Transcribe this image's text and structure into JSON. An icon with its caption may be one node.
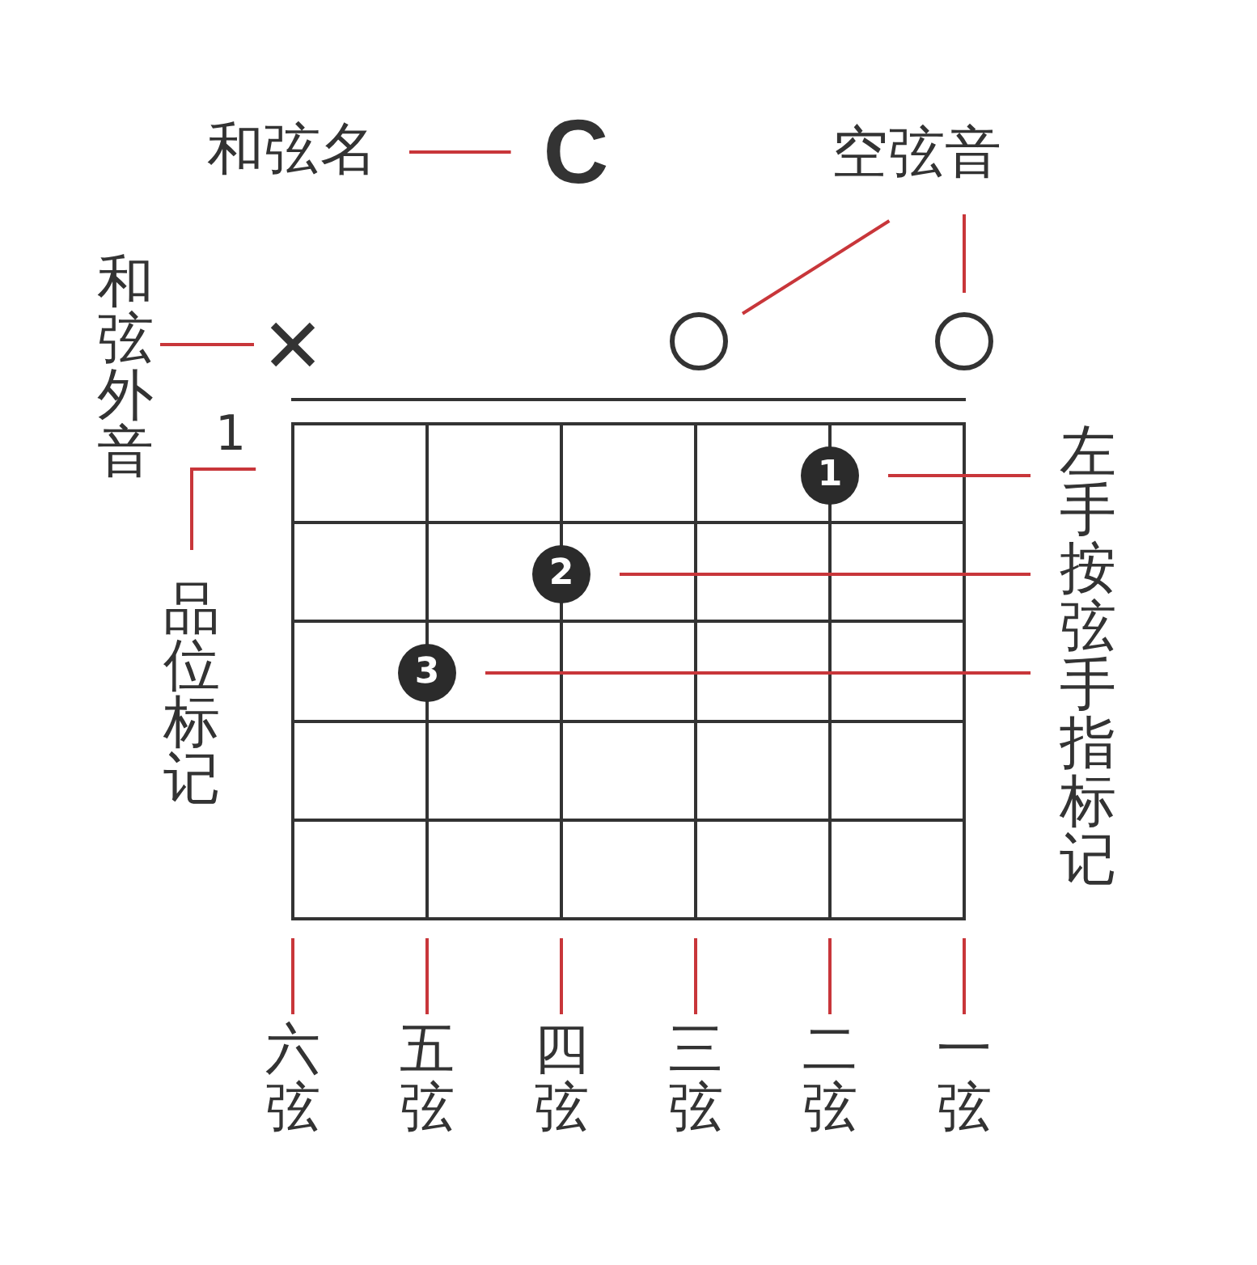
{
  "diagram": {
    "nodes": [
      {
        "text": [
          "和弦名"
        ]
      },
      {
        "text": [
          "C"
        ]
      },
      {
        "text": [
          "空弦音"
        ]
      },
      {
        "text": [
          "和弦外音"
        ]
      },
      {
        "text": [],
        "shape": "cross"
      },
      {
        "text": [],
        "shape": "circle"
      },
      {
        "text": [],
        "shape": "circle"
      },
      {
        "text": [
          "1"
        ]
      },
      {
        "text": [
          "品位标记"
        ]
      },
      {
        "text": [
          "1"
        ]
      },
      {
        "text": [
          "左手按弦手指标记"
        ]
      },
      {
        "text": [
          "2"
        ]
      },
      {
        "text": [
          "3"
        ]
      },
      {
        "text": [
          "六弦"
        ]
      },
      {
        "text": [
          "五弦"
        ]
      },
      {
        "text": [
          "四弦"
        ]
      },
      {
        "text": [
          "三弦"
        ]
      },
      {
        "text": [
          "二弦"
        ]
      },
      {
        "text": [
          "一弦"
        ]
      }
    ],
    "edges": [
      {
        "from": 0,
        "to": 1,
        "arrow": "none"
      },
      {
        "from": 2,
        "to": 5,
        "arrow": "none"
      },
      {
        "from": 2,
        "to": 6,
        "arrow": "none"
      },
      {
        "from": 3,
        "to": 4,
        "arrow": "none"
      },
      {
        "from": 8,
        "to": 7,
        "arrow": "none"
      },
      {
        "from": 10,
        "to": 9,
        "arrow": "none"
      },
      {
        "from": 10,
        "to": 11,
        "arrow": "none"
      },
      {
        "from": 10,
        "to": 12,
        "arrow": "none"
      },
      {
        "from": 13,
        "to": null,
        "arrow": "none"
      },
      {
        "from": 14,
        "to": null,
        "arrow": "none"
      },
      {
        "from": 15,
        "to": null,
        "arrow": "none"
      },
      {
        "from": 16,
        "to": null,
        "arrow": "none"
      },
      {
        "from": 17,
        "to": null,
        "arrow": "none"
      },
      {
        "from": 18,
        "to": null,
        "arrow": "none"
      }
    ]
  }
}
